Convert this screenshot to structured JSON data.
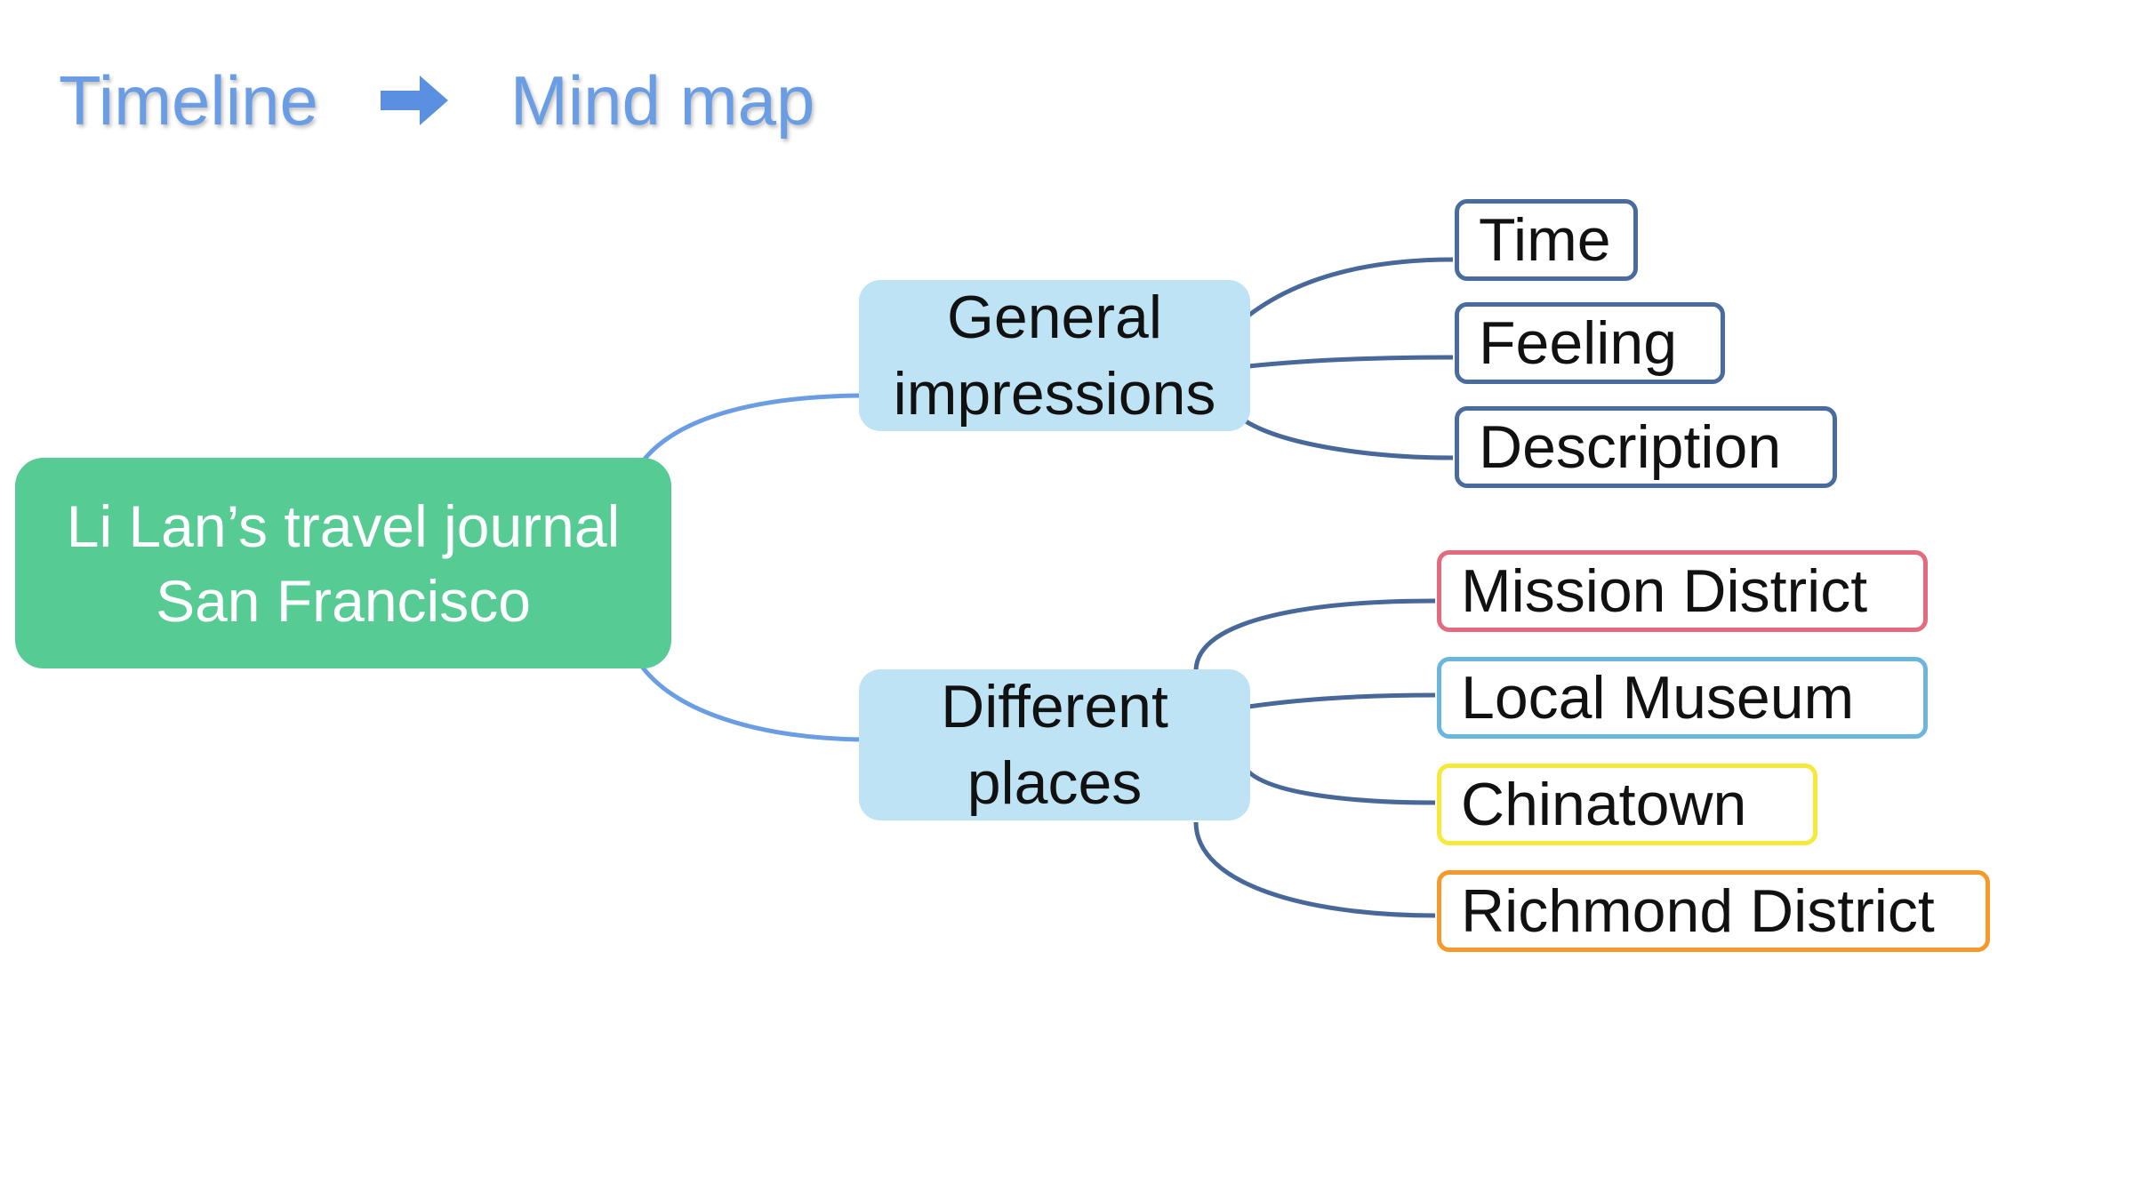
{
  "header": {
    "left_label": "Timeline",
    "arrow_icon": "right-arrow-icon",
    "right_label": "Mind map",
    "color": "#6a9de3"
  },
  "mindmap": {
    "root": {
      "label": "Li Lan’s travel journal\nSan Francisco",
      "color": "#57cb94"
    },
    "branches": [
      {
        "label": "General\nimpressions",
        "color": "#bde3f4",
        "children": [
          {
            "label": "Time",
            "border": "#4a6b9e"
          },
          {
            "label": "Feeling",
            "border": "#4a6b9e"
          },
          {
            "label": "Description",
            "border": "#4a6b9e"
          }
        ]
      },
      {
        "label": "Different\nplaces",
        "color": "#bde3f4",
        "children": [
          {
            "label": "Mission District",
            "border": "#e46a7e"
          },
          {
            "label": "Local Museum",
            "border": "#6bb6dd"
          },
          {
            "label": "Chinatown",
            "border": "#f5ea3a"
          },
          {
            "label": "Richmond District",
            "border": "#f59a2a"
          }
        ]
      }
    ]
  }
}
